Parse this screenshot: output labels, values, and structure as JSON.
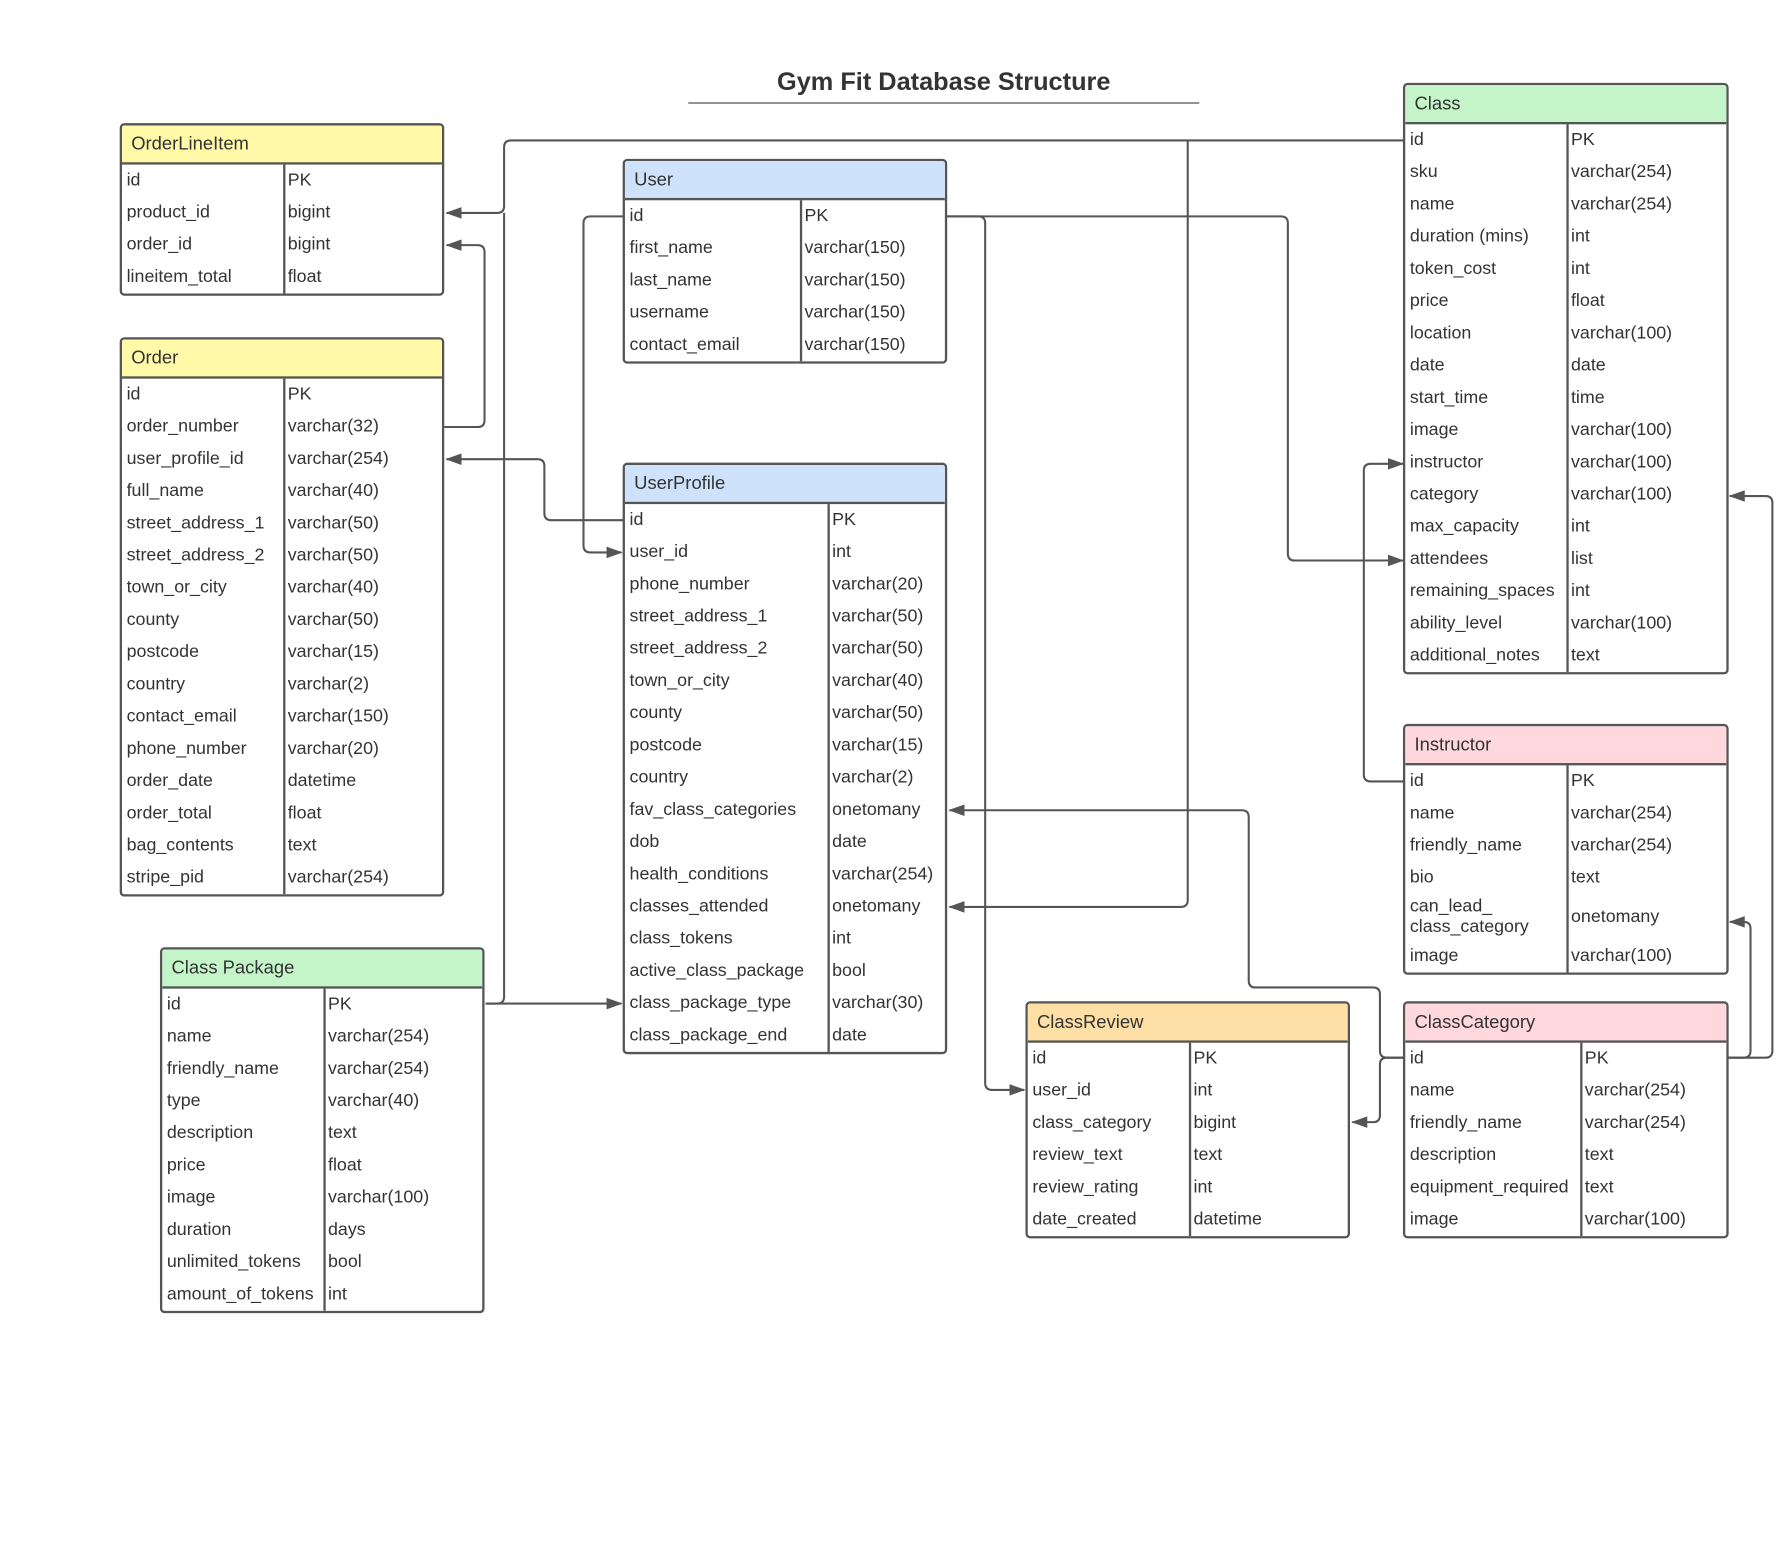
{
  "title": "Gym Fit Database Structure",
  "colors": {
    "yellow": "#fff9a8",
    "blue": "#cfe2fb",
    "green": "#c3f5c9",
    "pink": "#fed8dd",
    "orange": "#fedfa6",
    "line": "#555555"
  },
  "tables": {
    "orderlineitem": {
      "name": "OrderLineItem",
      "fields": [
        {
          "name": "id",
          "type": "PK"
        },
        {
          "name": "product_id",
          "type": "bigint"
        },
        {
          "name": "order_id",
          "type": "bigint"
        },
        {
          "name": "lineitem_total",
          "type": "float"
        }
      ]
    },
    "order": {
      "name": "Order",
      "fields": [
        {
          "name": "id",
          "type": "PK"
        },
        {
          "name": "order_number",
          "type": "varchar(32)"
        },
        {
          "name": "user_profile_id",
          "type": "varchar(254)"
        },
        {
          "name": "full_name",
          "type": "varchar(40)"
        },
        {
          "name": "street_address_1",
          "type": "varchar(50)"
        },
        {
          "name": "street_address_2",
          "type": "varchar(50)"
        },
        {
          "name": "town_or_city",
          "type": "varchar(40)"
        },
        {
          "name": "county",
          "type": "varchar(50)"
        },
        {
          "name": "postcode",
          "type": "varchar(15)"
        },
        {
          "name": "country",
          "type": "varchar(2)"
        },
        {
          "name": "contact_email",
          "type": "varchar(150)"
        },
        {
          "name": "phone_number",
          "type": "varchar(20)"
        },
        {
          "name": "order_date",
          "type": "datetime"
        },
        {
          "name": "order_total",
          "type": "float"
        },
        {
          "name": "bag_contents",
          "type": "text"
        },
        {
          "name": "stripe_pid",
          "type": "varchar(254)"
        }
      ]
    },
    "classpackage": {
      "name": "Class Package",
      "fields": [
        {
          "name": "id",
          "type": "PK"
        },
        {
          "name": "name",
          "type": "varchar(254)"
        },
        {
          "name": "friendly_name",
          "type": "varchar(254)"
        },
        {
          "name": "type",
          "type": "varchar(40)"
        },
        {
          "name": "description",
          "type": "text"
        },
        {
          "name": "price",
          "type": "float"
        },
        {
          "name": "image",
          "type": "varchar(100)"
        },
        {
          "name": "duration",
          "type": "days"
        },
        {
          "name": "unlimited_tokens",
          "type": "bool"
        },
        {
          "name": "amount_of_tokens",
          "type": "int"
        }
      ]
    },
    "user": {
      "name": "User",
      "fields": [
        {
          "name": "id",
          "type": "PK"
        },
        {
          "name": "first_name",
          "type": "varchar(150)"
        },
        {
          "name": "last_name",
          "type": "varchar(150)"
        },
        {
          "name": "username",
          "type": "varchar(150)"
        },
        {
          "name": "contact_email",
          "type": "varchar(150)"
        }
      ]
    },
    "userprofile": {
      "name": "UserProfile",
      "fields": [
        {
          "name": "id",
          "type": "PK"
        },
        {
          "name": "user_id",
          "type": "int"
        },
        {
          "name": "phone_number",
          "type": "varchar(20)"
        },
        {
          "name": "street_address_1",
          "type": "varchar(50)"
        },
        {
          "name": "street_address_2",
          "type": "varchar(50)"
        },
        {
          "name": "town_or_city",
          "type": "varchar(40)"
        },
        {
          "name": "county",
          "type": "varchar(50)"
        },
        {
          "name": "postcode",
          "type": "varchar(15)"
        },
        {
          "name": "country",
          "type": "varchar(2)"
        },
        {
          "name": "fav_class_categories",
          "type": "onetomany"
        },
        {
          "name": "dob",
          "type": "date"
        },
        {
          "name": "health_conditions",
          "type": "varchar(254)"
        },
        {
          "name": "classes_attended",
          "type": "onetomany"
        },
        {
          "name": "class_tokens",
          "type": "int"
        },
        {
          "name": "active_class_package",
          "type": "bool"
        },
        {
          "name": "class_package_type",
          "type": "varchar(30)"
        },
        {
          "name": "class_package_end",
          "type": "date"
        }
      ]
    },
    "classreview": {
      "name": "ClassReview",
      "fields": [
        {
          "name": "id",
          "type": "PK"
        },
        {
          "name": "user_id",
          "type": "int"
        },
        {
          "name": "class_category",
          "type": "bigint"
        },
        {
          "name": "review_text",
          "type": "text"
        },
        {
          "name": "review_rating",
          "type": "int"
        },
        {
          "name": "date_created",
          "type": "datetime"
        }
      ]
    },
    "class": {
      "name": "Class",
      "fields": [
        {
          "name": "id",
          "type": "PK"
        },
        {
          "name": "sku",
          "type": "varchar(254)"
        },
        {
          "name": "name",
          "type": "varchar(254)"
        },
        {
          "name": "duration (mins)",
          "type": "int"
        },
        {
          "name": "token_cost",
          "type": "int"
        },
        {
          "name": "price",
          "type": "float"
        },
        {
          "name": "location",
          "type": "varchar(100)"
        },
        {
          "name": "date",
          "type": "date"
        },
        {
          "name": "start_time",
          "type": "time"
        },
        {
          "name": "image",
          "type": "varchar(100)"
        },
        {
          "name": "instructor",
          "type": "varchar(100)"
        },
        {
          "name": "category",
          "type": "varchar(100)"
        },
        {
          "name": "max_capacity",
          "type": "int"
        },
        {
          "name": "attendees",
          "type": "list"
        },
        {
          "name": "remaining_spaces",
          "type": "int"
        },
        {
          "name": "ability_level",
          "type": "varchar(100)"
        },
        {
          "name": "additional_notes",
          "type": "text"
        }
      ]
    },
    "instructor": {
      "name": "Instructor",
      "fields": [
        {
          "name": "id",
          "type": "PK"
        },
        {
          "name": "name",
          "type": "varchar(254)"
        },
        {
          "name": "friendly_name",
          "type": "varchar(254)"
        },
        {
          "name": "bio",
          "type": "text"
        },
        {
          "name": "can_lead_\nclass_category",
          "type": "onetomany"
        },
        {
          "name": "image",
          "type": "varchar(100)"
        }
      ]
    },
    "classcategory": {
      "name": "ClassCategory",
      "fields": [
        {
          "name": "id",
          "type": "PK"
        },
        {
          "name": "name",
          "type": "varchar(254)"
        },
        {
          "name": "friendly_name",
          "type": "varchar(254)"
        },
        {
          "name": "description",
          "type": "text"
        },
        {
          "name": "equipment_required",
          "type": "text"
        },
        {
          "name": "image",
          "type": "varchar(100)"
        }
      ]
    }
  }
}
